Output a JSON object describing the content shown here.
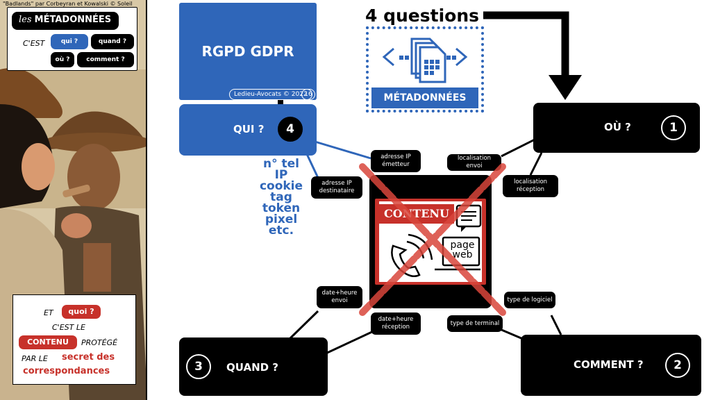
{
  "comic": {
    "credit": "\"Badlands\" par Corbeyran et Kowalski © Soleil",
    "top_bubble": {
      "title_prefix": "les",
      "title_main": "MÉTADONNÉES",
      "cest": "C'EST",
      "pills": [
        "qui ?",
        "quand ?",
        "où ?",
        "comment ?"
      ]
    },
    "bottom_bubble": {
      "et": "ET",
      "quoi": "quoi ?",
      "cest_le": "C'EST LE",
      "contenu": "CONTENU",
      "protege": "PROTÉGÉ",
      "par_le": "PAR LE",
      "secret_line1": "secret des",
      "secret_line2": "correspondances"
    }
  },
  "slide": {
    "rgpd": {
      "title": "RGPD GDPR",
      "footer": "Ledieu-Avocats  ©  2022",
      "page": "16"
    },
    "questions_title": "4 questions",
    "metadata_label": "MÉTADONNÉES",
    "boxes": {
      "qui": {
        "label": "QUI ?",
        "number": "4"
      },
      "ou": {
        "label": "OÙ ?",
        "number": "1"
      },
      "quand": {
        "label": "QUAND ?",
        "number": "3"
      },
      "comment": {
        "label": "COMMENT ?",
        "number": "2"
      }
    },
    "who_list": [
      "n° tel",
      "IP",
      "cookie",
      "tag",
      "token",
      "pixel",
      "etc."
    ],
    "details": {
      "ip_emetteur": [
        "adresse IP",
        "émetteur"
      ],
      "ip_destinataire": [
        "adresse IP",
        "destinataire"
      ],
      "localisation_envoi": [
        "localisation envoi"
      ],
      "localisation_reception": [
        "localisation",
        "réception"
      ],
      "date_envoi": [
        "date+heure",
        "envoi"
      ],
      "date_reception": [
        "date+heure",
        "réception"
      ],
      "type_logiciel": [
        "type de logiciel"
      ],
      "type_terminal": [
        "type de terminal"
      ]
    },
    "content": {
      "label": "CONTENU",
      "web_label": [
        "page",
        "web"
      ]
    },
    "colors": {
      "blue": "#2f66b9",
      "red": "#c7312a",
      "black": "#000000"
    }
  }
}
